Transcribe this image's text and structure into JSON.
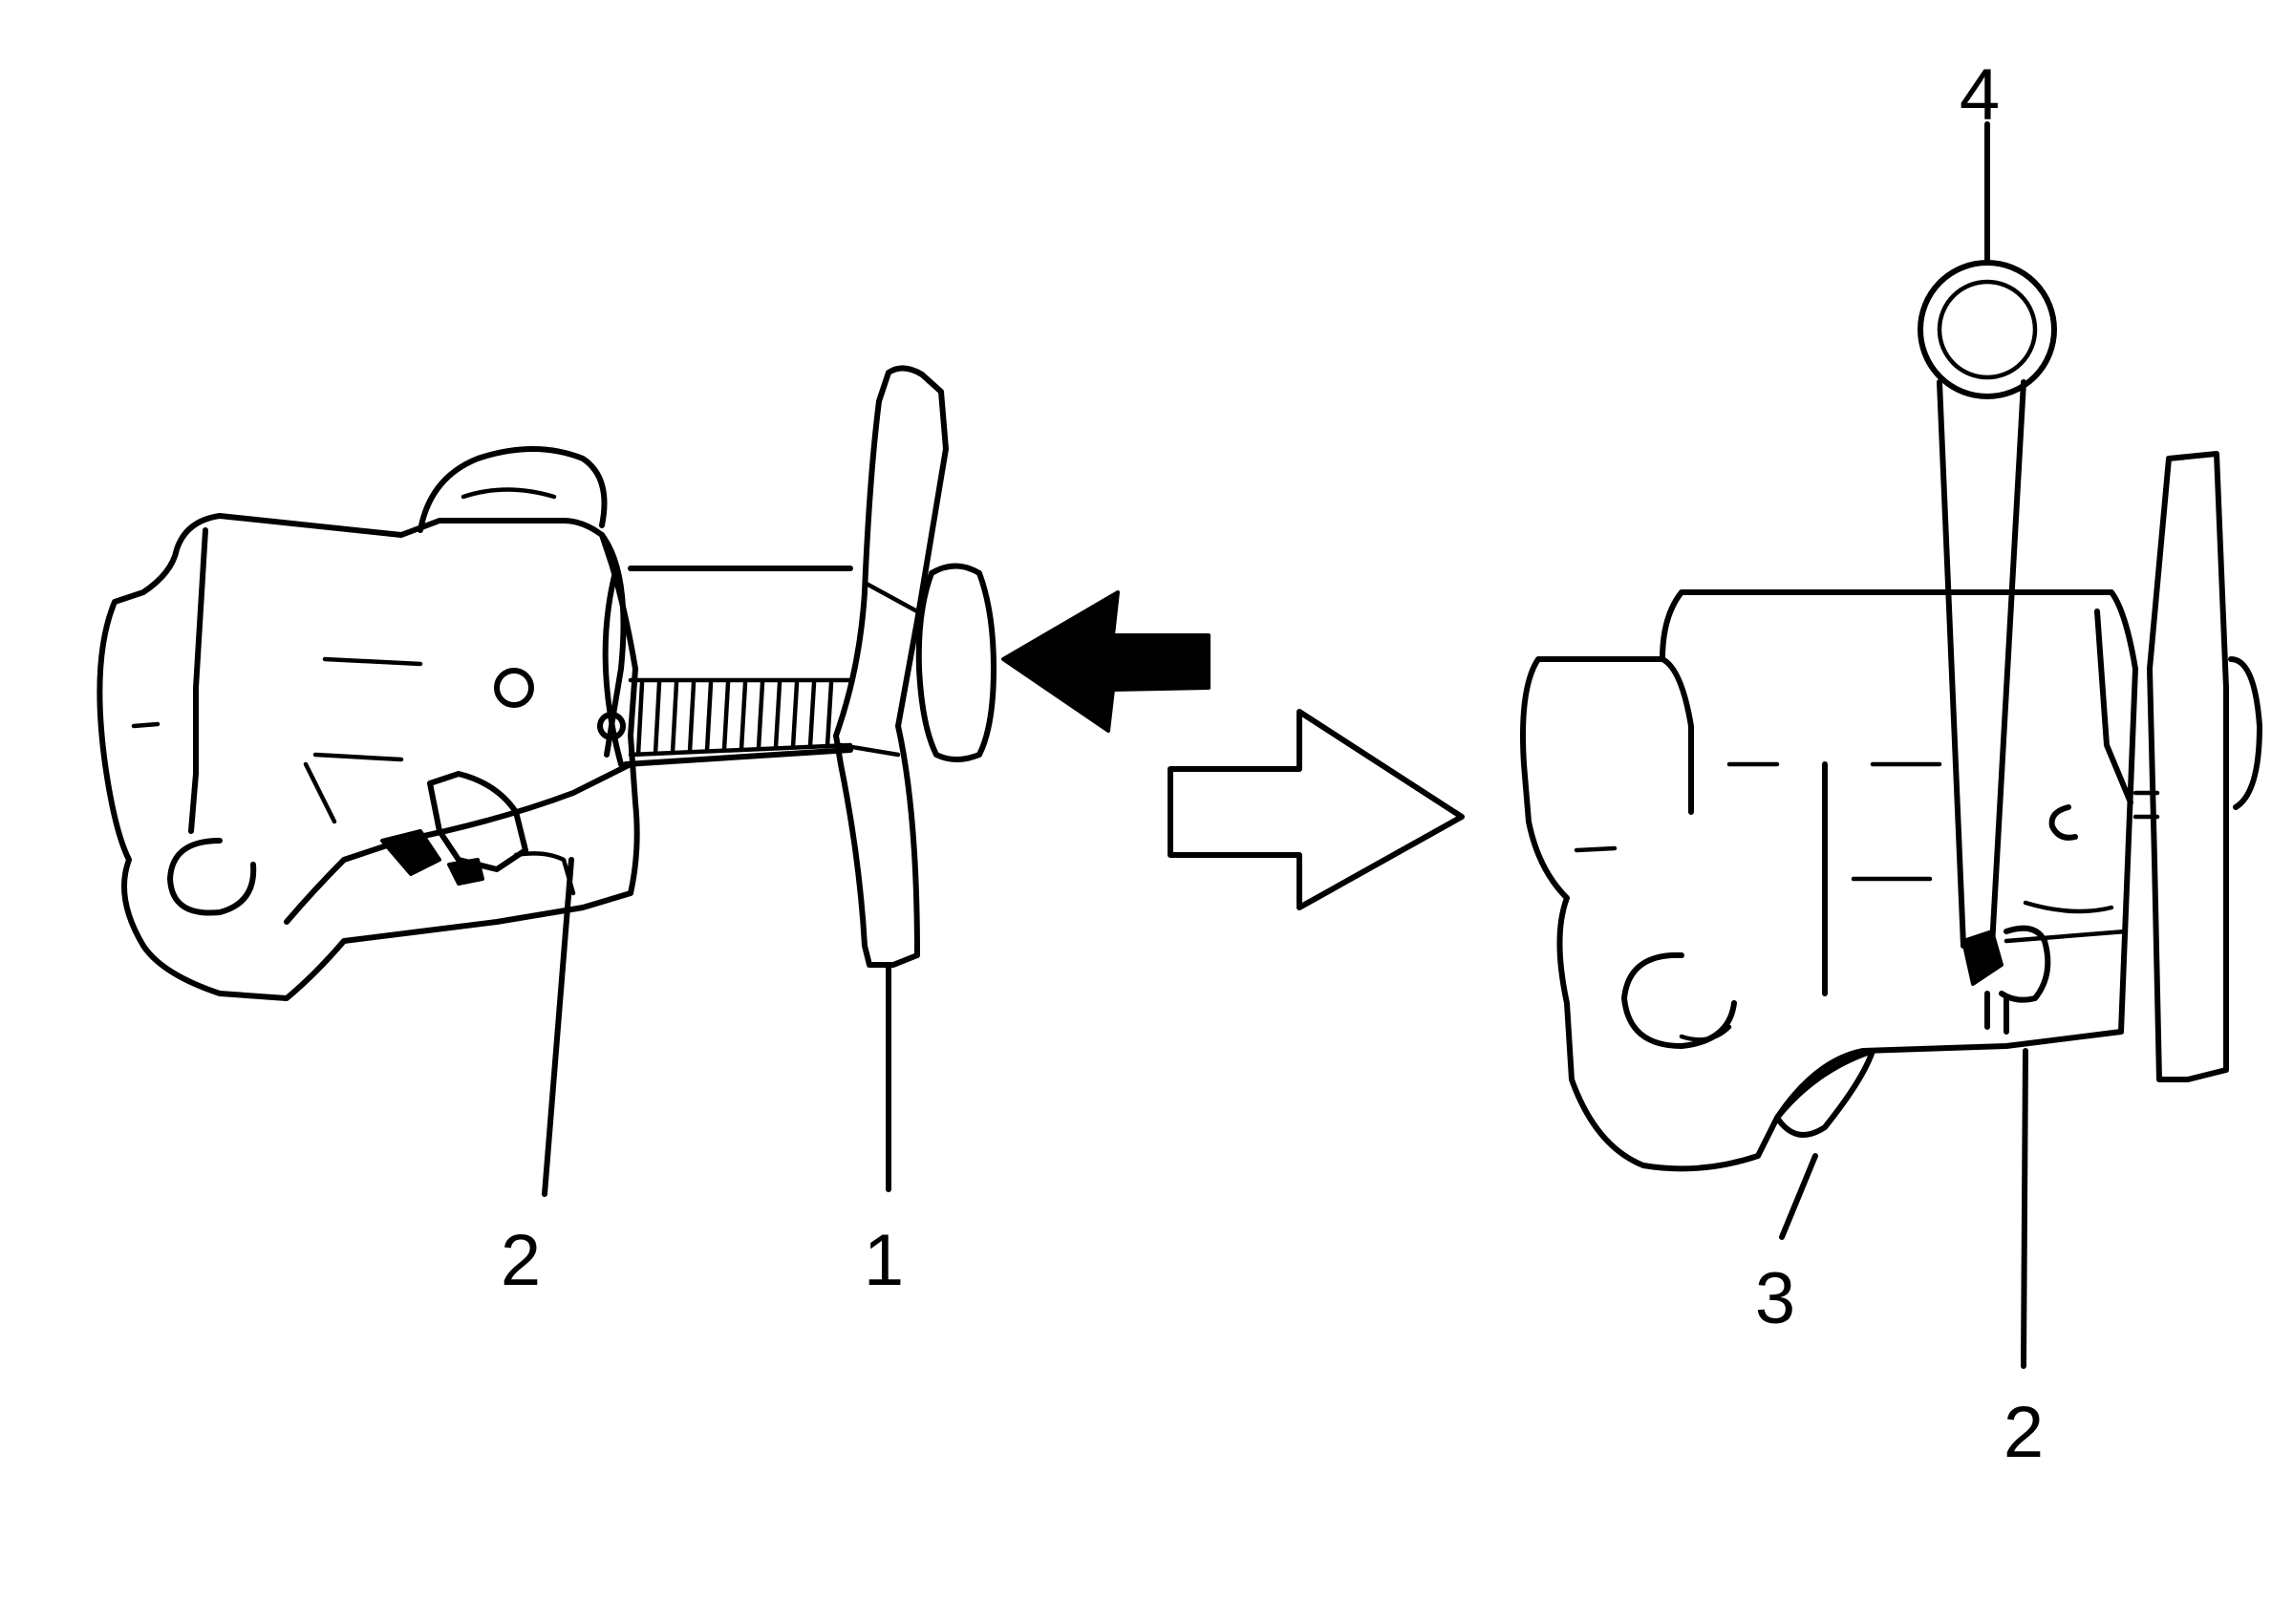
{
  "figure": {
    "callouts": [
      {
        "id": "left-2",
        "text": "2"
      },
      {
        "id": "left-1",
        "text": "1"
      },
      {
        "id": "right-4",
        "text": "4"
      },
      {
        "id": "right-3",
        "text": "3"
      },
      {
        "id": "right-2",
        "text": "2"
      }
    ]
  },
  "icons": {
    "push_arrow": "push-arrow-icon",
    "transition_arrow": "transition-arrow-icon"
  },
  "colors": {
    "ink": "#000000",
    "paper": "#ffffff"
  }
}
